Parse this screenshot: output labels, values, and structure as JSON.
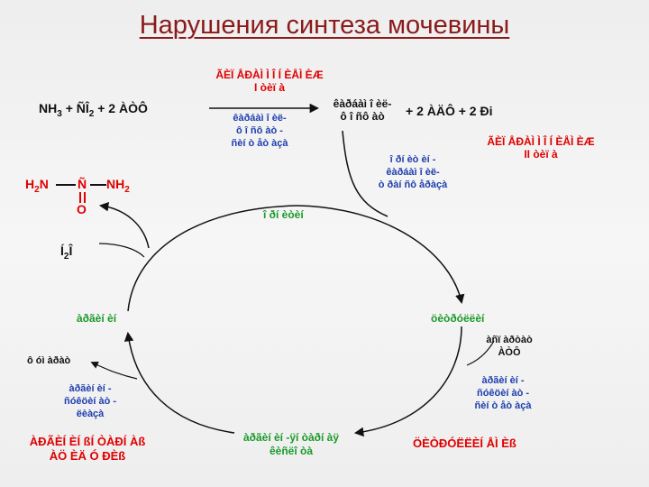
{
  "title": "Нарушения синтеза мочевины",
  "reaction1": {
    "nh3": "NH",
    "nh3_sub": "3",
    "plus1": "+",
    "co2": "ÑÎ",
    "co2_sub": "2",
    "plus2": "+ 2 ÀÒÔ",
    "enzyme_top_line1": "ÃÈÏ ÅÐÀÌ Ì Î Í ÈÅÌ ÈÆ",
    "enzyme_top_line2": "I òèï à",
    "enzyme_bottom_line1": "êàðáàì î èë-",
    "enzyme_bottom_line2": "ô î ñô àò -",
    "enzyme_bottom_line3": "ñèí ò åò àçà",
    "product_line1": "êàðáàì î èë-",
    "product_line2": "ô î ñô àò",
    "plus3": "+ 2 ÀÄÔ  +  2 Ði"
  },
  "disorder2": {
    "line1": "ÃÈÏ ÅÐÀÌ Ì Î Í ÈÅÌ ÈÆ",
    "line2": "II òèï à"
  },
  "urea": {
    "h2n": "H",
    "h2n_sub": "2",
    "h2n_n": "N",
    "c": "Ñ",
    "nh2": "NH",
    "nh2_sub": "2",
    "o": "O"
  },
  "water": {
    "h": "Í",
    "sub": "2",
    "o": "Î"
  },
  "ornithine_enzyme": {
    "line1": "î ðí èò èí -",
    "line2": "êàðáàì î èë-",
    "line3": "ò ðàí ñô åðàçà"
  },
  "ornithine": "î ðí èòèí",
  "citrulline": "öèòðóëëèí",
  "aspartate_atp": {
    "line1": "àñï àðòàò",
    "line2": "ÀÒÔ"
  },
  "synthetase": {
    "line1": "àðãèí èí -",
    "line2": "ñóêöèí àò -",
    "line3": "ñèí ò åò àçà"
  },
  "citrullinemia": "ÖÈÒÐÓËËÈÍ ÅÌ Èß",
  "argininosuccinate": {
    "line1": "àðãèí èí -ÿí òàðí àÿ",
    "line2": "êèñëî òà"
  },
  "fumarate": "ô óì àðàò",
  "lyase": {
    "line1": "àðãèí èí -",
    "line2": "ñóêöèí àò -",
    "line3": "ëèàçà"
  },
  "argininosuccinic_aciduria": {
    "line1": "ÀÐÃÈÍ ÈÍ ßÍ ÒÀÐÍ Àß",
    "line2": "ÀÖ ÈÄ Ó ÐÈß"
  },
  "arginine": "àðãèí èí",
  "colors": {
    "title": "#8b1a1a",
    "disorder": "#e00000",
    "enzyme": "#1f3fae",
    "metabolite": "#1a9a2a"
  }
}
